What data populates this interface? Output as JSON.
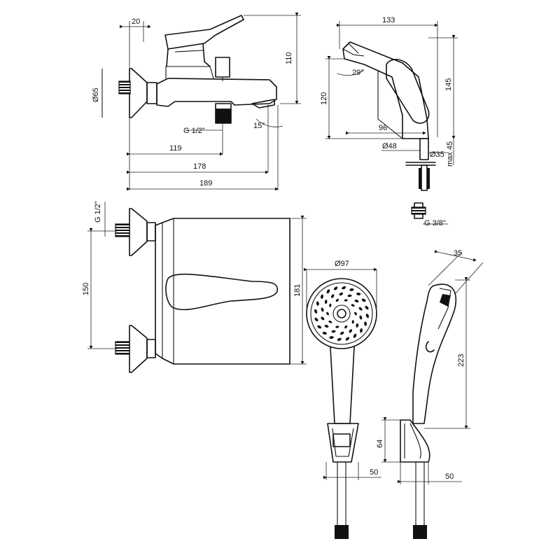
{
  "drawing": {
    "top_view": {
      "width_top": "20",
      "height_right": "110",
      "diameter": "Ø65",
      "thread": "G 1/2\"",
      "angle": "15°",
      "len1": "119",
      "len2": "178",
      "len3": "189"
    },
    "side_view": {
      "width_top": "133",
      "angle": "29°",
      "height_left": "120",
      "height_right": "145",
      "depth": "96",
      "dia_base": "Ø48",
      "dia_rod": "Ø35",
      "max_mount": "max 45",
      "thread": "G 3/8\""
    },
    "front_view": {
      "thread": "G 1/2\"",
      "spacing": "150",
      "height": "181"
    },
    "shower_front": {
      "diameter": "Ø97",
      "holder_width": "50"
    },
    "shower_side": {
      "head_depth": "35",
      "length": "223",
      "holder_height": "64",
      "holder_width": "50"
    }
  }
}
